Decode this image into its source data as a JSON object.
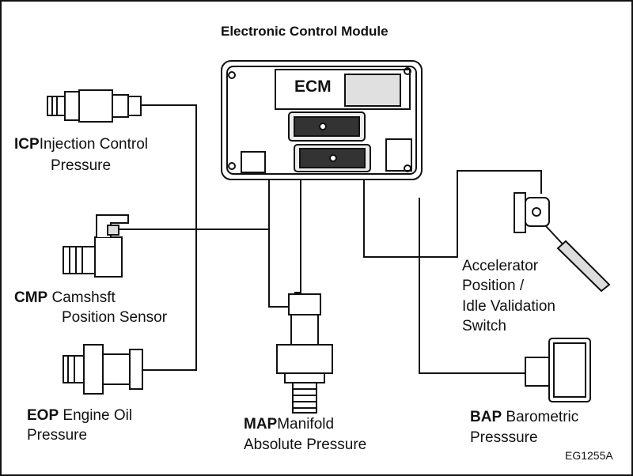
{
  "diagram": {
    "title": "Electronic Control Module",
    "ecm_label": "ECM",
    "figure_id": "EG1255A",
    "sensors": {
      "icp": {
        "abbr": "ICP",
        "name_line1": "Injection Control",
        "name_line2": "Pressure"
      },
      "cmp": {
        "abbr": "CMP",
        "name_line1": "Camshsft",
        "name_line2": "Position  Sensor"
      },
      "eop": {
        "abbr": "EOP",
        "name_line1": "Engine Oil",
        "name_line2": "Pressure"
      },
      "map": {
        "abbr": "MAP",
        "name_line1": "Manifold",
        "name_line2": "Absolute Pressure"
      },
      "aps": {
        "line1": "Accelerator",
        "line2": "Position /",
        "line3": "Idle Validation",
        "line4": "Switch"
      },
      "bap": {
        "abbr": "BAP",
        "name_line1": "Barometric",
        "name_line2": "Presssure"
      }
    }
  }
}
